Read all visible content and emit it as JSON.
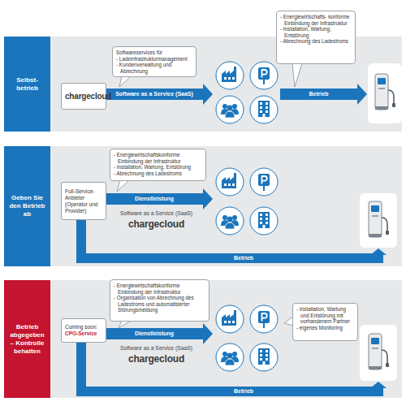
{
  "diagram": {
    "nodes": [
      {
        "text": [
          "Selbst- betrieb"
        ]
      },
      {
        "text": [
          "Softwareservices für",
          "- Ladeinfrastrukturmanagement",
          "- Kundenverwaltung und Abrechnung"
        ]
      },
      {
        "text": [
          "chargecloud"
        ]
      },
      {
        "text": [
          "- Energiewirtschafts- konforme Einbindung der Infrastruktur",
          "- Installation, Wartung, Entstörung",
          "- Abrechnung des Ladestroms"
        ]
      },
      {
        "text": [
          "Geben Sie den Betrieb ab"
        ]
      },
      {
        "text": [
          "Full-Service- Anbieter (Operator und Provider)"
        ]
      },
      {
        "text": [
          "- Energiewirtschaftskonforme Einbindung der Infrastruktur",
          "- Installation, Wartung, Entstörung",
          "- Abrechnung des Ladestroms"
        ]
      },
      {
        "text": [
          "Betrieb abgegeben – Kontrolle behalten"
        ]
      },
      {
        "text": [
          "Coming soon:",
          "CPO-Service"
        ]
      },
      {
        "text": [
          "- Energiewirtschaftskonforme Einbindung der Infrastruktur",
          "- Organisation von Abrechnung des Ladestroms und automatisierter Störungsmeldung"
        ]
      },
      {
        "text": [
          "- Installation, Wartung und Entstörung mit vorhandenem Partner",
          "- eigenes Monitoring"
        ]
      }
    ],
    "labels": [
      "Software as a Service (SaaS)",
      "Betrieb",
      "Dienstleistung",
      "Software as a Service (SaaS)",
      "chargecloud",
      "Betrieb",
      "Dienstleistung",
      "Software as a Service (SaaS)",
      "chargecloud",
      "Betrieb"
    ]
  }
}
